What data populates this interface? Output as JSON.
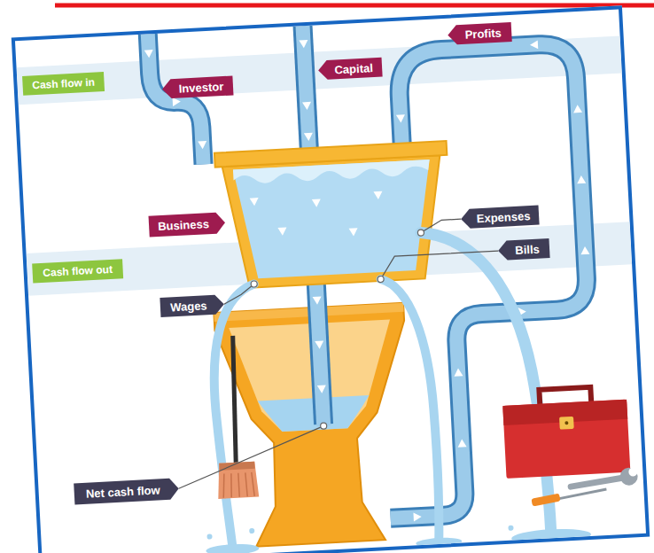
{
  "diagram": {
    "nodes": [
      {
        "text": [
          "Cash flow in"
        ]
      },
      {
        "text": [
          "Investor"
        ]
      },
      {
        "text": [
          "Capital"
        ]
      },
      {
        "text": [
          "Profits"
        ]
      },
      {
        "text": [
          "Business"
        ]
      },
      {
        "text": [
          "Expenses"
        ]
      },
      {
        "text": [
          "Bills"
        ]
      },
      {
        "text": [
          "Cash flow out"
        ]
      },
      {
        "text": [
          "Wages"
        ]
      },
      {
        "text": [
          "Net cash flow"
        ]
      }
    ]
  }
}
